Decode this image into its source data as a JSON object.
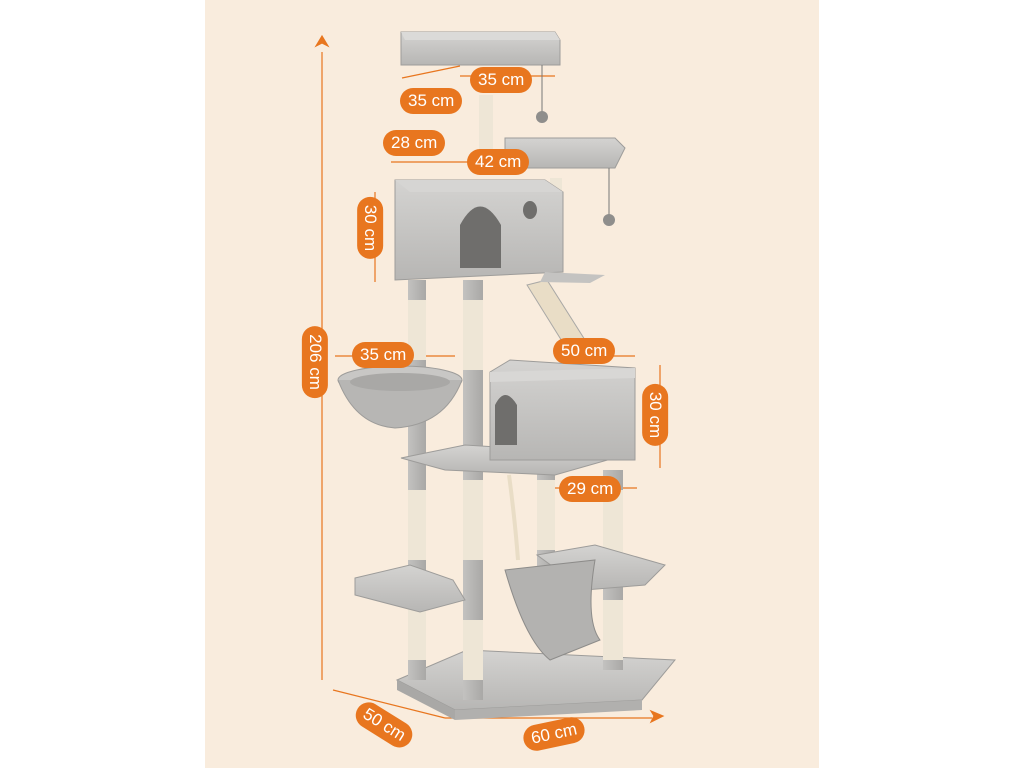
{
  "image": {
    "subject": "cat-tree-product",
    "background_color": "#f9ecdd",
    "accent_color": "#e8761f",
    "plush_color": "#c9c8c6",
    "sisal_color": "#eee6d6"
  },
  "dimensions": {
    "top_perch_width": "35 cm",
    "top_perch_depth": "35 cm",
    "condo_depth": "28 cm",
    "condo_width": "42 cm",
    "upper_condo_height": "30 cm",
    "basket_width": "35 cm",
    "lower_condo_width": "50 cm",
    "lower_condo_height": "30 cm",
    "lower_condo_depth": "29 cm",
    "total_height": "206 cm",
    "base_depth": "50 cm",
    "base_width": "60 cm"
  }
}
